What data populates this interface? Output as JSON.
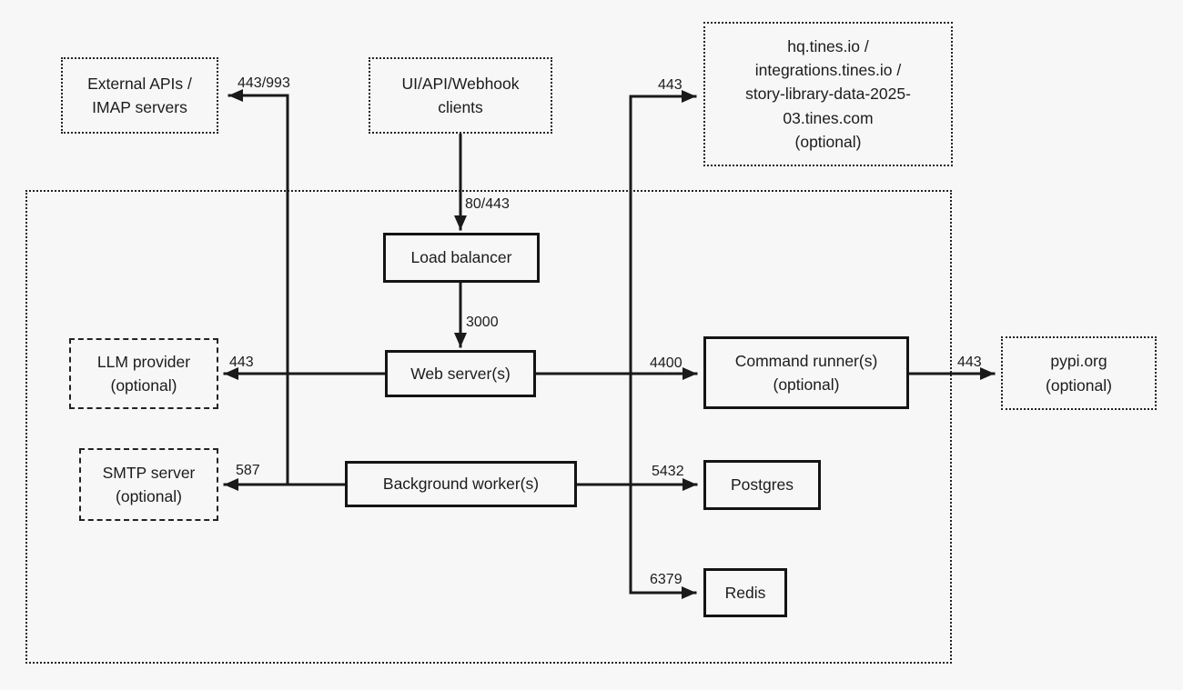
{
  "diagram": {
    "colors": {
      "line": "#1a1a1a",
      "background": "#f7f7f8",
      "text": "#1c1c1c"
    },
    "nodes": {
      "external_apis": {
        "label": "External APIs /\nIMAP servers"
      },
      "clients": {
        "label": "UI/API/Webhook\nclients"
      },
      "hq_tines": {
        "label": "hq.tines.io /\nintegrations.tines.io /\nstory-library-data-2025-\n03.tines.com\n(optional)"
      },
      "load_balancer": {
        "label": "Load balancer"
      },
      "web_servers": {
        "label": "Web server(s)"
      },
      "llm_provider": {
        "label": "LLM provider\n(optional)"
      },
      "command_runners": {
        "label": "Command runner(s)\n(optional)"
      },
      "pypi": {
        "label": "pypi.org\n(optional)"
      },
      "smtp": {
        "label": "SMTP server\n(optional)"
      },
      "background_workers": {
        "label": "Background worker(s)"
      },
      "postgres": {
        "label": "Postgres"
      },
      "redis": {
        "label": "Redis"
      }
    },
    "edges": [
      {
        "id": "stack-external_apis",
        "port": "443/993"
      },
      {
        "id": "stack-hq_tines",
        "port": "443"
      },
      {
        "id": "clients-load_balancer",
        "port": "80/443"
      },
      {
        "id": "load_balancer-web_servers",
        "port": "3000"
      },
      {
        "id": "web_servers-llm_provider",
        "port": "443"
      },
      {
        "id": "web_servers-command_runners",
        "port": "4400"
      },
      {
        "id": "command_runners-pypi",
        "port": "443"
      },
      {
        "id": "background_workers-smtp",
        "port": "587"
      },
      {
        "id": "background_workers-postgres",
        "port": "5432"
      },
      {
        "id": "stack-redis",
        "port": "6379"
      }
    ]
  }
}
